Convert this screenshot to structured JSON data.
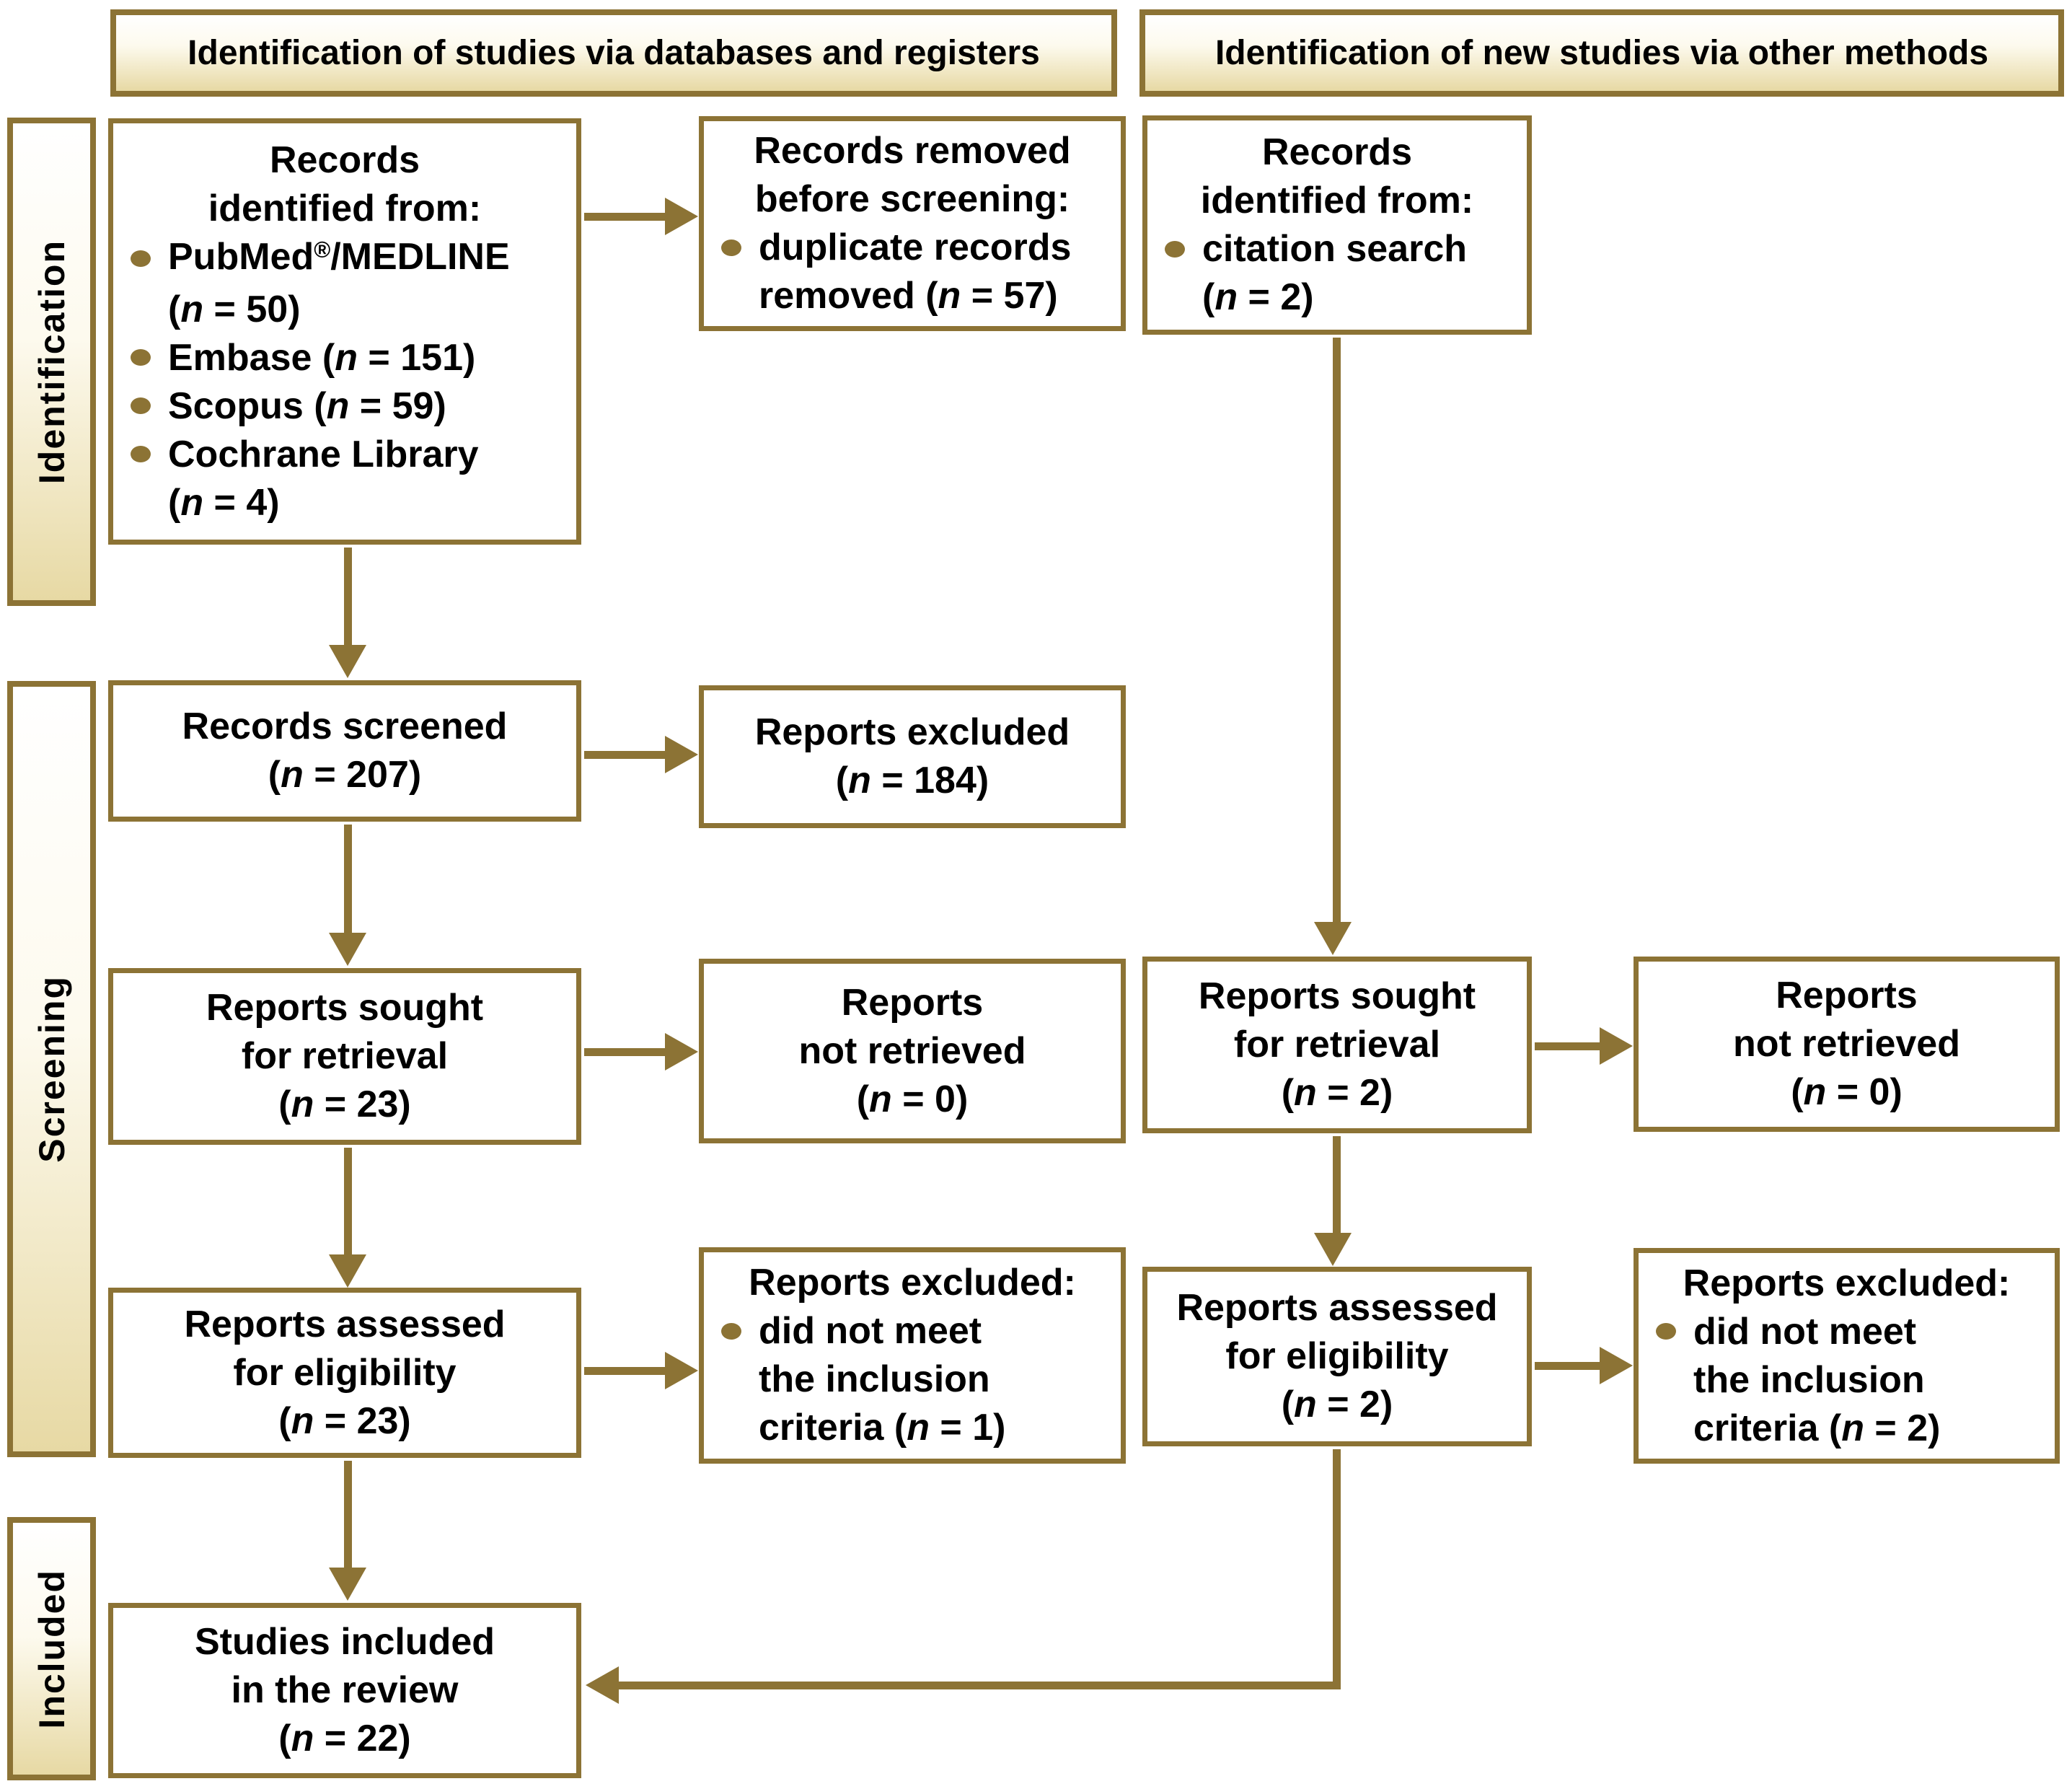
{
  "colors": {
    "gold": "#8c7335",
    "tan": "#e7d9a4",
    "paper": "#ffffff",
    "ink": "#000000"
  },
  "headers": [
    {
      "label": "Identification of studies via databases and registers"
    },
    {
      "label": "Identification of new studies via other methods"
    }
  ],
  "sidebars": [
    {
      "label": "Identification"
    },
    {
      "label": "Screening"
    },
    {
      "label": "Included"
    }
  ],
  "boxes": {
    "records_identified_db": {
      "lines": [
        {
          "align": "center",
          "segs": [
            {
              "t": "Records"
            }
          ]
        },
        {
          "align": "center",
          "segs": [
            {
              "t": "identified from:"
            }
          ]
        },
        {
          "align": "bullet",
          "segs": [
            {
              "t": "PubMed"
            },
            {
              "t": "®",
              "sup": true
            },
            {
              "t": "/MEDLINE"
            }
          ]
        },
        {
          "align": "indent",
          "segs": [
            {
              "t": "("
            },
            {
              "t": "n",
              "it": true
            },
            {
              "t": " = 50)"
            }
          ]
        },
        {
          "align": "bullet",
          "segs": [
            {
              "t": "Embase ("
            },
            {
              "t": "n",
              "it": true
            },
            {
              "t": " = 151)"
            }
          ]
        },
        {
          "align": "bullet",
          "segs": [
            {
              "t": "Scopus ("
            },
            {
              "t": "n",
              "it": true
            },
            {
              "t": " = 59)"
            }
          ]
        },
        {
          "align": "bullet",
          "segs": [
            {
              "t": "Cochrane Library"
            }
          ]
        },
        {
          "align": "indent",
          "segs": [
            {
              "t": "("
            },
            {
              "t": "n",
              "it": true
            },
            {
              "t": " = 4)"
            }
          ]
        }
      ]
    },
    "records_removed": {
      "lines": [
        {
          "align": "center",
          "segs": [
            {
              "t": "Records removed"
            }
          ]
        },
        {
          "align": "center",
          "segs": [
            {
              "t": "before screening:"
            }
          ]
        },
        {
          "align": "bullet",
          "segs": [
            {
              "t": "duplicate records"
            }
          ]
        },
        {
          "align": "indent",
          "segs": [
            {
              "t": "removed ("
            },
            {
              "t": "n",
              "it": true
            },
            {
              "t": " = 57)"
            }
          ]
        }
      ]
    },
    "records_identified_other": {
      "lines": [
        {
          "align": "center",
          "segs": [
            {
              "t": "Records"
            }
          ]
        },
        {
          "align": "center",
          "segs": [
            {
              "t": "identified from:"
            }
          ]
        },
        {
          "align": "bullet",
          "segs": [
            {
              "t": "citation search"
            }
          ]
        },
        {
          "align": "indent",
          "segs": [
            {
              "t": "("
            },
            {
              "t": "n",
              "it": true
            },
            {
              "t": " = 2)"
            }
          ]
        }
      ]
    },
    "records_screened": {
      "lines": [
        {
          "align": "center",
          "segs": [
            {
              "t": "Records screened"
            }
          ]
        },
        {
          "align": "center",
          "segs": [
            {
              "t": "("
            },
            {
              "t": "n",
              "it": true
            },
            {
              "t": " = 207)"
            }
          ]
        }
      ]
    },
    "reports_excluded_db": {
      "lines": [
        {
          "align": "center",
          "segs": [
            {
              "t": "Reports excluded"
            }
          ]
        },
        {
          "align": "center",
          "segs": [
            {
              "t": "("
            },
            {
              "t": "n",
              "it": true
            },
            {
              "t": " = 184)"
            }
          ]
        }
      ]
    },
    "reports_sought_db": {
      "lines": [
        {
          "align": "center",
          "segs": [
            {
              "t": "Reports sought"
            }
          ]
        },
        {
          "align": "center",
          "segs": [
            {
              "t": "for retrieval"
            }
          ]
        },
        {
          "align": "center",
          "segs": [
            {
              "t": "("
            },
            {
              "t": "n",
              "it": true
            },
            {
              "t": " = 23)"
            }
          ]
        }
      ]
    },
    "reports_not_retrieved_db": {
      "lines": [
        {
          "align": "center",
          "segs": [
            {
              "t": "Reports"
            }
          ]
        },
        {
          "align": "center",
          "segs": [
            {
              "t": "not retrieved"
            }
          ]
        },
        {
          "align": "center",
          "segs": [
            {
              "t": "("
            },
            {
              "t": "n",
              "it": true
            },
            {
              "t": " = 0)"
            }
          ]
        }
      ]
    },
    "reports_sought_other": {
      "lines": [
        {
          "align": "center",
          "segs": [
            {
              "t": "Reports sought"
            }
          ]
        },
        {
          "align": "center",
          "segs": [
            {
              "t": "for retrieval"
            }
          ]
        },
        {
          "align": "center",
          "segs": [
            {
              "t": "("
            },
            {
              "t": "n",
              "it": true
            },
            {
              "t": " = 2)"
            }
          ]
        }
      ]
    },
    "reports_not_retrieved_other": {
      "lines": [
        {
          "align": "center",
          "segs": [
            {
              "t": "Reports"
            }
          ]
        },
        {
          "align": "center",
          "segs": [
            {
              "t": "not retrieved"
            }
          ]
        },
        {
          "align": "center",
          "segs": [
            {
              "t": "("
            },
            {
              "t": "n",
              "it": true
            },
            {
              "t": " = 0)"
            }
          ]
        }
      ]
    },
    "reports_assessed_db": {
      "lines": [
        {
          "align": "center",
          "segs": [
            {
              "t": "Reports assessed"
            }
          ]
        },
        {
          "align": "center",
          "segs": [
            {
              "t": "for eligibility"
            }
          ]
        },
        {
          "align": "center",
          "segs": [
            {
              "t": "("
            },
            {
              "t": "n",
              "it": true
            },
            {
              "t": " = 23)"
            }
          ]
        }
      ]
    },
    "reports_excluded_criteria_db": {
      "lines": [
        {
          "align": "center",
          "segs": [
            {
              "t": "Reports excluded:"
            }
          ]
        },
        {
          "align": "bullet",
          "segs": [
            {
              "t": "did not meet"
            }
          ]
        },
        {
          "align": "indent",
          "segs": [
            {
              "t": "the inclusion"
            }
          ]
        },
        {
          "align": "indent",
          "segs": [
            {
              "t": "criteria ("
            },
            {
              "t": "n",
              "it": true
            },
            {
              "t": " = 1)"
            }
          ]
        }
      ]
    },
    "reports_assessed_other": {
      "lines": [
        {
          "align": "center",
          "segs": [
            {
              "t": "Reports assessed"
            }
          ]
        },
        {
          "align": "center",
          "segs": [
            {
              "t": "for eligibility"
            }
          ]
        },
        {
          "align": "center",
          "segs": [
            {
              "t": "("
            },
            {
              "t": "n",
              "it": true
            },
            {
              "t": " = 2)"
            }
          ]
        }
      ]
    },
    "reports_excluded_criteria_other": {
      "lines": [
        {
          "align": "center",
          "segs": [
            {
              "t": "Reports excluded:"
            }
          ]
        },
        {
          "align": "bullet",
          "segs": [
            {
              "t": "did not meet"
            }
          ]
        },
        {
          "align": "indent",
          "segs": [
            {
              "t": "the inclusion"
            }
          ]
        },
        {
          "align": "indent",
          "segs": [
            {
              "t": "criteria ("
            },
            {
              "t": "n",
              "it": true
            },
            {
              "t": " = 2)"
            }
          ]
        }
      ]
    },
    "studies_included": {
      "lines": [
        {
          "align": "center",
          "segs": [
            {
              "t": "Studies included"
            }
          ]
        },
        {
          "align": "center",
          "segs": [
            {
              "t": "in the review"
            }
          ]
        },
        {
          "align": "center",
          "segs": [
            {
              "t": "("
            },
            {
              "t": "n",
              "it": true
            },
            {
              "t": " = 22)"
            }
          ]
        }
      ]
    }
  }
}
